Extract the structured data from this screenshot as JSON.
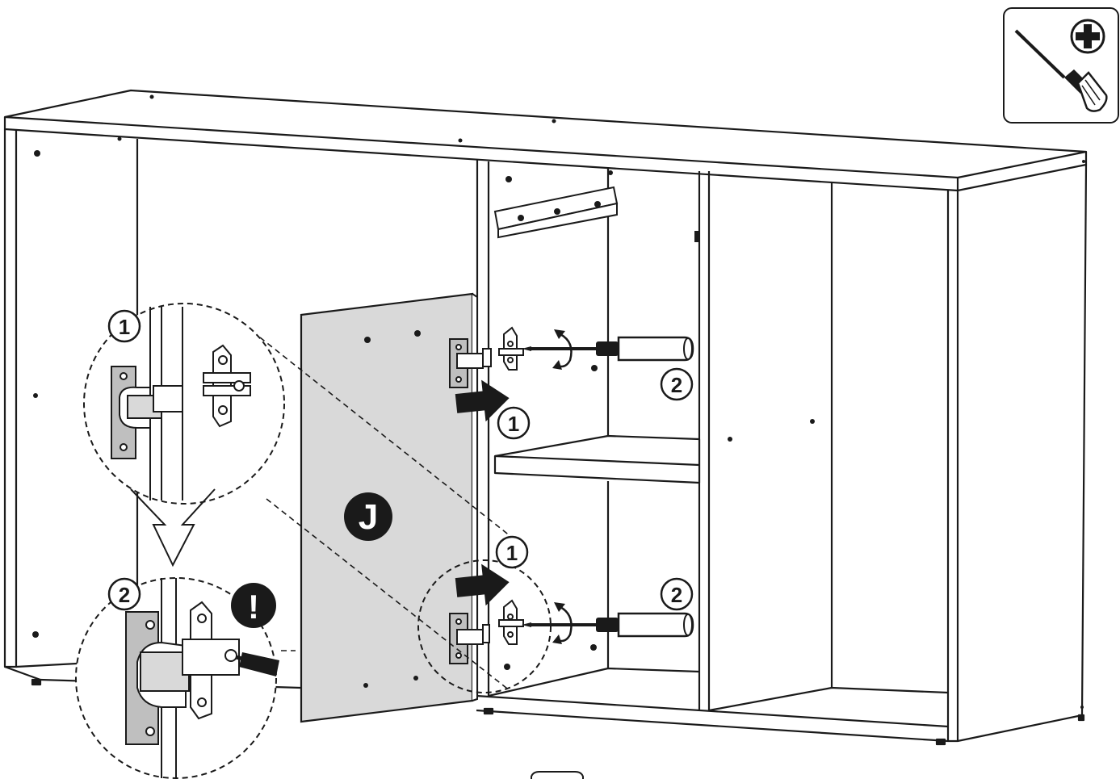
{
  "tool": {
    "icon": "phillips-screwdriver-icon",
    "symbol": "+"
  },
  "part_label": "J",
  "steps": {
    "step1": "1",
    "step2": "2"
  },
  "warning_symbol": "!",
  "colors": {
    "line": "#1a1a1a",
    "door_fill": "#d9d9d9",
    "hinge_fill": "#bfbfbf",
    "badge_fill": "#1a1a1a"
  }
}
